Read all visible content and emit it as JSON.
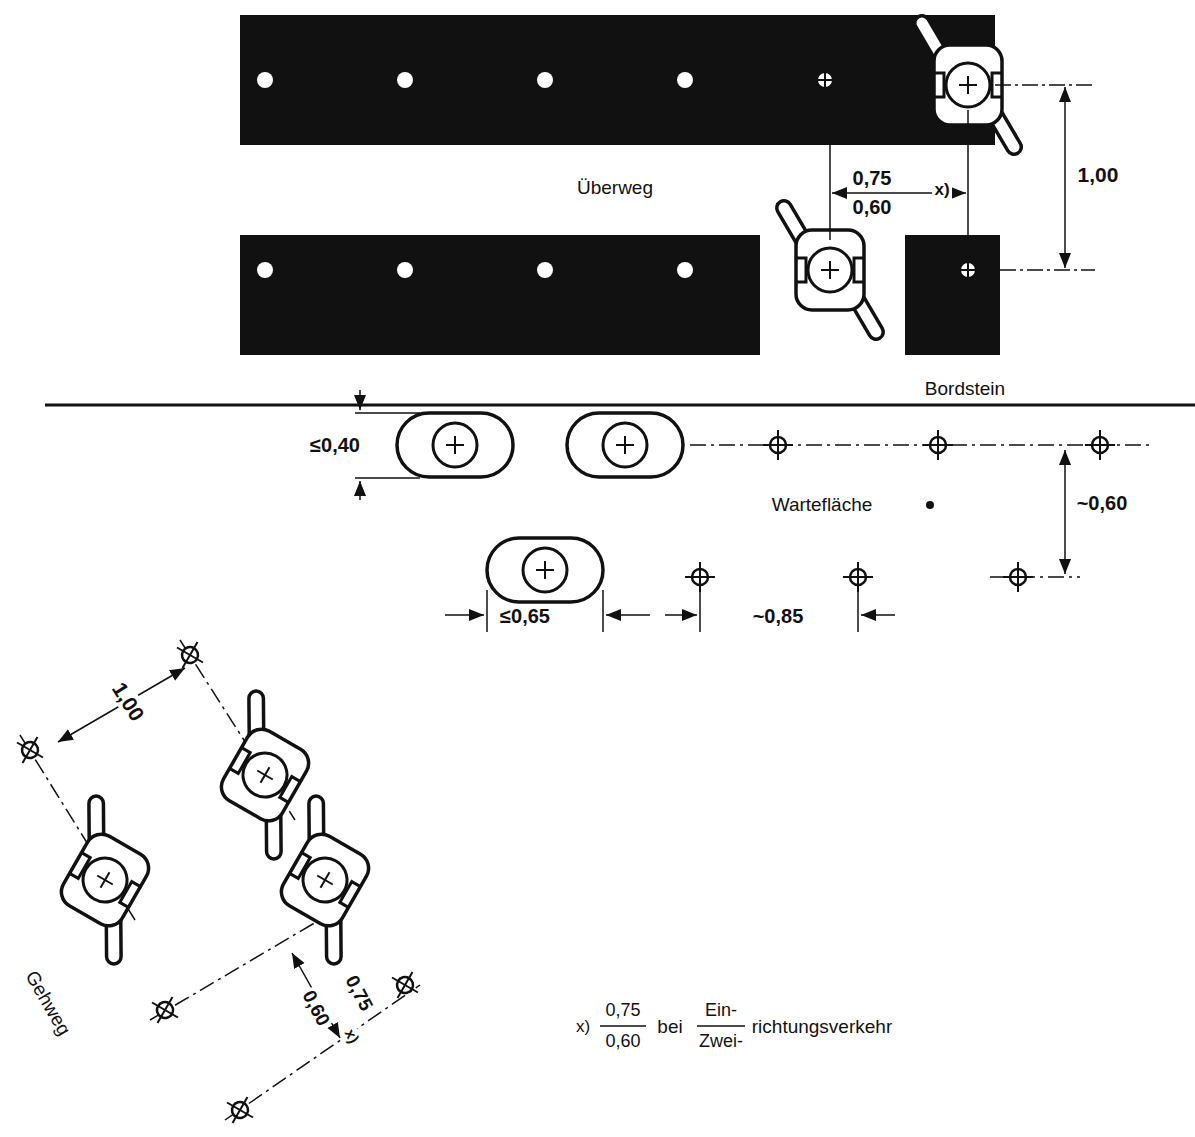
{
  "diagram": {
    "labels": [
      "0,75",
      "x)",
      "0,60",
      "1,00",
      "Überweg",
      "Bordstein",
      "≤0,40",
      "Wartefläche",
      "~0,60",
      "≤0,65",
      "~0,85",
      "1,00",
      "0,75",
      "x)",
      "0,60",
      "Gehweg",
      "x)",
      "0,75",
      "0,60",
      "bei",
      "Ein-",
      "Zwei-",
      "richtungsverkehr"
    ]
  }
}
